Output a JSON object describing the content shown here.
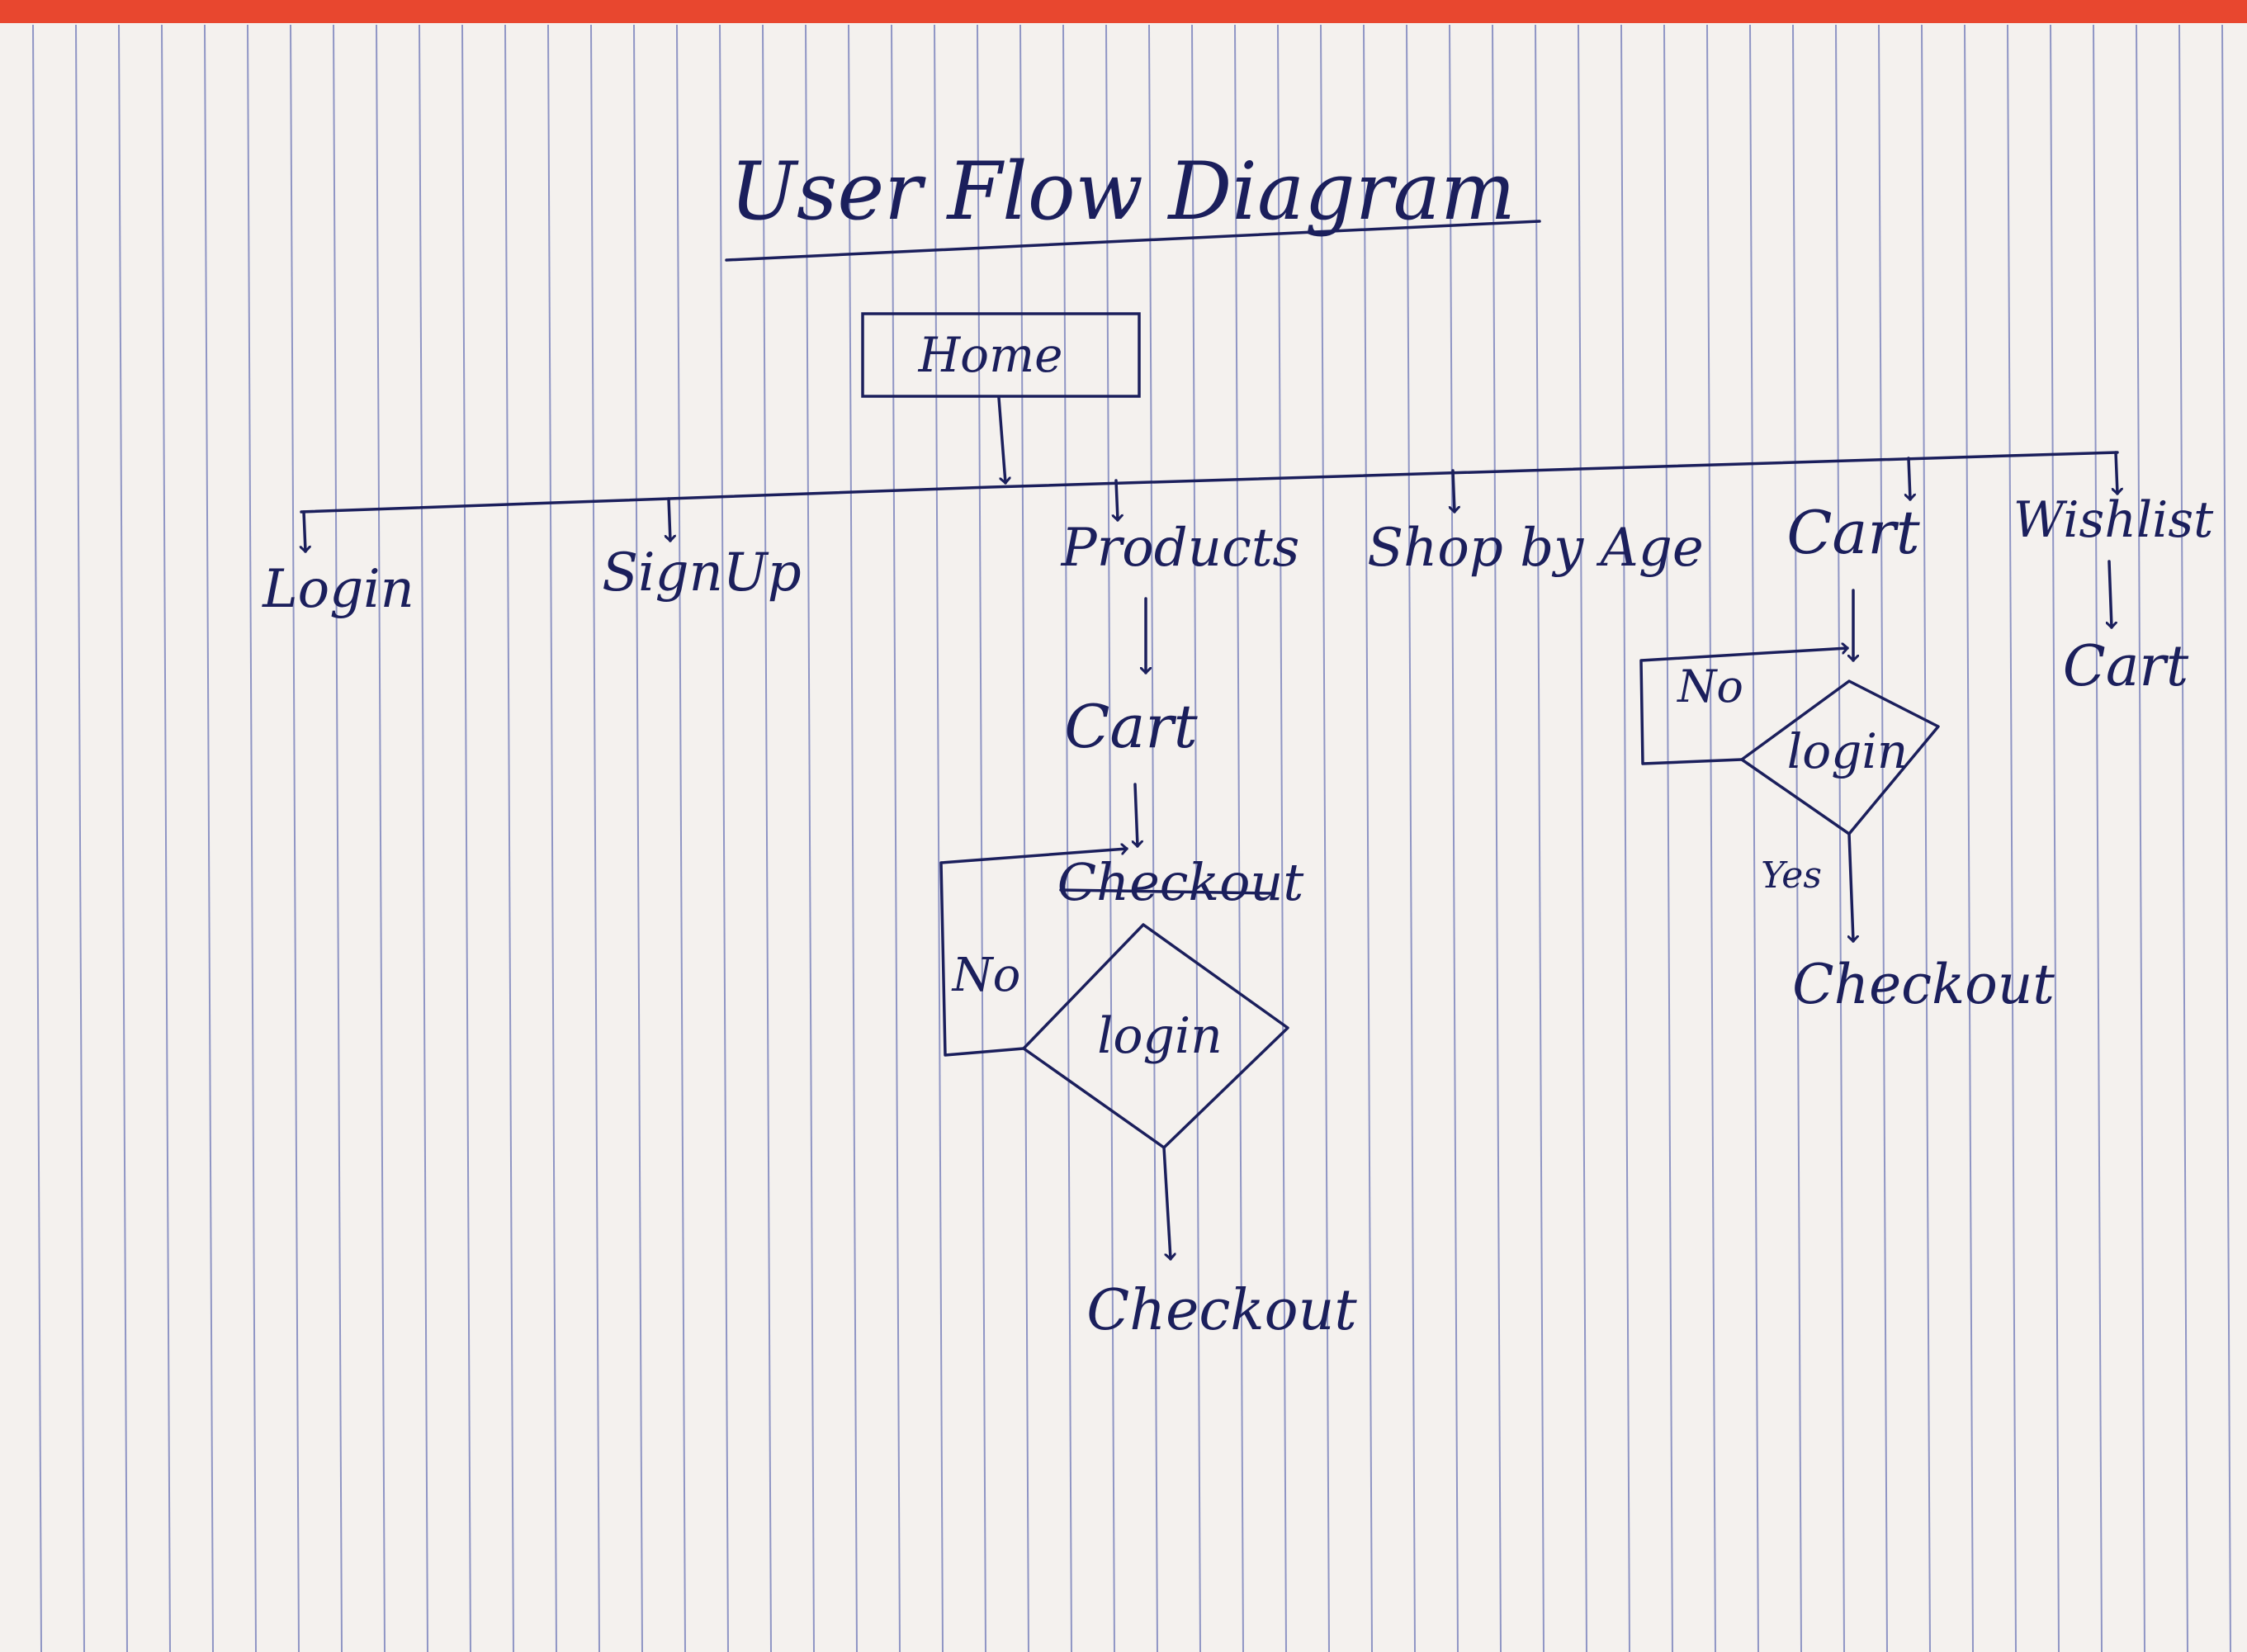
{
  "title": "User Flow Diagram",
  "colors": {
    "ink": "#1b1f5c",
    "paper": "#f4f1ee",
    "rule_line": "#3d4aa3",
    "top_band": "#e8472f"
  },
  "nodes": {
    "home": "Home",
    "login": "Login",
    "signup": "SignUp",
    "products": "Products",
    "shop_by_age": "Shop by Age",
    "cart": "Cart",
    "wishlist": "Wishlist"
  },
  "products_branch": {
    "cart": "Cart",
    "struck_text": "Checkout",
    "decision": "login",
    "no_label": "No",
    "result": "Checkout"
  },
  "cart_branch": {
    "decision": "login",
    "no_label": "No",
    "yes_label": "Yes",
    "result": "Checkout"
  },
  "wishlist_branch": {
    "result": "Cart"
  }
}
